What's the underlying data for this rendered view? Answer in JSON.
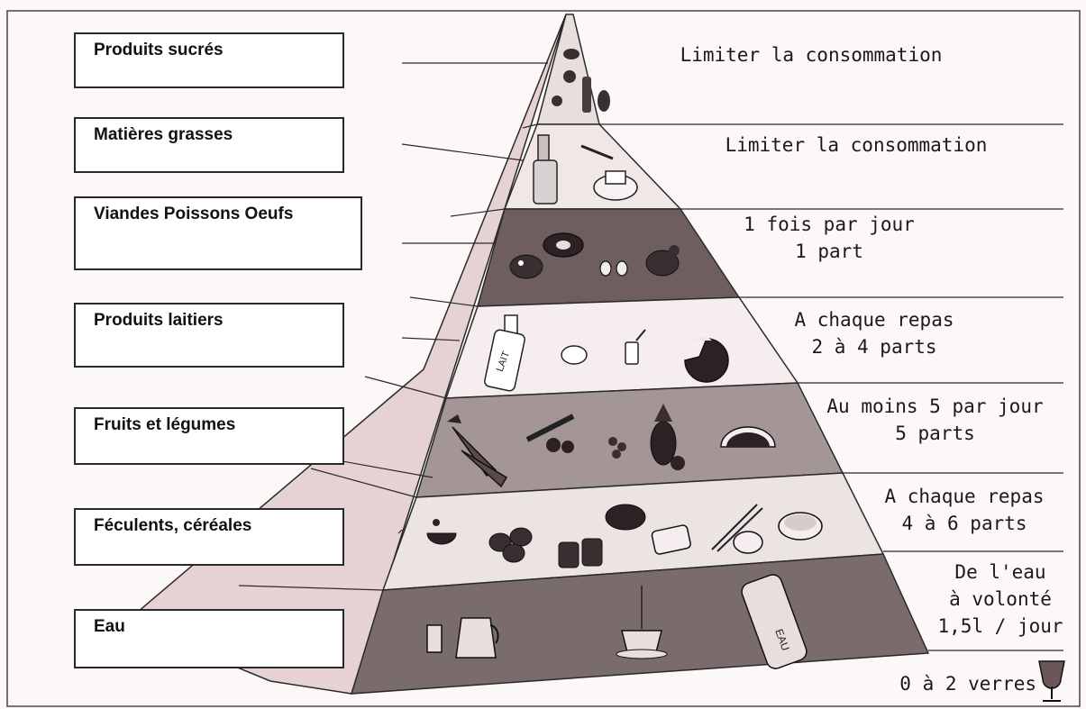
{
  "header_text": "Limiter la consommation",
  "levels": [
    {
      "category": "Produits sucrés",
      "recommendation": "Limiter la consommation"
    },
    {
      "category": "Matières grasses",
      "recommendation": "Limiter la consommation"
    },
    {
      "category": "Viandes Poissons Oeufs",
      "recommendation": "1 fois par jour\n1 part"
    },
    {
      "category": "Produits laitiers",
      "recommendation": "A chaque repas\n2 à 4 parts"
    },
    {
      "category": "Fruits et légumes",
      "recommendation": "Au moins 5 par jour\n5 parts"
    },
    {
      "category": "Féculents, céréales",
      "recommendation": "A chaque repas\n4 à 6 parts"
    },
    {
      "category": "Eau",
      "recommendation": "De l'eau\nà volonté\n1,5l / jour"
    }
  ],
  "footer_note": "0 à 2 verres",
  "colors": {
    "sweets_band": "#e9dede",
    "fats_band": "#f1e7e7",
    "meat_band": "#6f5e60",
    "dairy_band": "#f6eeee",
    "veg_band": "#a49597",
    "starch_band": "#ece3e3",
    "water_band": "#7a6b6d",
    "side_face": "#e3cfcf",
    "outline": "#2a2a2a"
  },
  "icons": [
    "candy-icon",
    "oil-bottle-icon",
    "butter-icon",
    "steak-icon",
    "fish-icon",
    "egg-icon",
    "chicken-icon",
    "milk-bottle-icon",
    "cheese-icon",
    "carrot-icon",
    "pineapple-icon",
    "melon-icon",
    "potato-icon",
    "bread-icon",
    "rice-icon",
    "water-jug-icon",
    "tea-cup-icon",
    "water-bottle-icon",
    "wine-glass-icon"
  ]
}
